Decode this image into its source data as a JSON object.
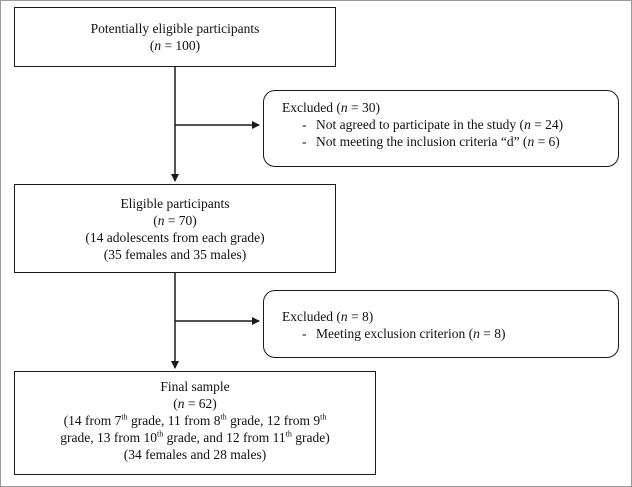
{
  "box1": {
    "title": "Potentially eligible participants",
    "n_prefix": "(",
    "n_var": "n",
    "n_value": " = 100)"
  },
  "excluded1": {
    "title_prefix": "Excluded (",
    "n_var": "n",
    "title_suffix": " = 30)",
    "items": [
      {
        "dash": "-",
        "text": "Not agreed to participate in the study (",
        "n_var": "n",
        "suffix": " = 24)"
      },
      {
        "dash": "-",
        "text": "Not meeting the inclusion criteria “d” (",
        "n_var": "n",
        "suffix": " = 6)"
      }
    ]
  },
  "box2": {
    "title": "Eligible participants",
    "n_prefix": "(",
    "n_var": "n",
    "n_value": " = 70)",
    "line3": "(14 adolescents from each grade)",
    "line4": "(35 females and 35 males)"
  },
  "excluded2": {
    "title_prefix": "Excluded (",
    "n_var": "n",
    "title_suffix": " = 8)",
    "items": [
      {
        "dash": "-",
        "text": "Meeting exclusion criterion (",
        "n_var": "n",
        "suffix": " = 8)"
      }
    ]
  },
  "box3": {
    "title": "Final sample",
    "n_prefix": "(",
    "n_var": "n",
    "n_value": " = 62)",
    "grade_line1": {
      "a": "(14 from 7",
      "a_sup": "th",
      "b": " grade, 11 from 8",
      "b_sup": "th",
      "c": " grade, 12 from 9",
      "c_sup": "th"
    },
    "grade_line2": {
      "a": "grade, 13 from 10",
      "a_sup": "th",
      "b": " grade, and 12 from 11",
      "b_sup": "th",
      "c": " grade)"
    },
    "line5": "(34 females and 28 males)"
  }
}
